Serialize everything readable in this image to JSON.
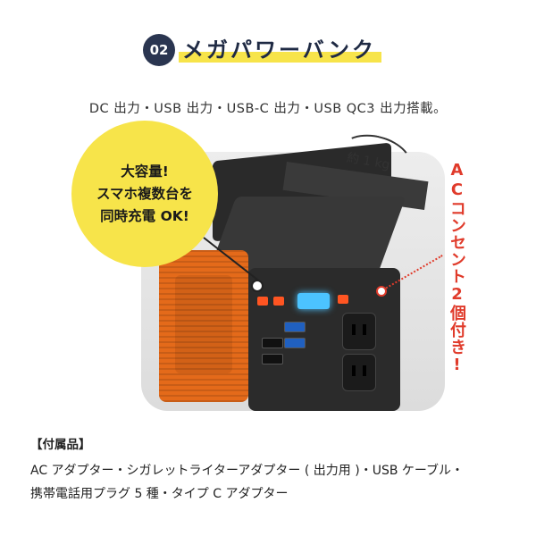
{
  "header": {
    "number": "02",
    "title": "メガパワーバンク"
  },
  "subtitle": "DC 出力・USB 出力・USB-C 出力・USB QC3 出力搭載。",
  "callout": {
    "line1": "大容量!",
    "line2": "スマホ複数台を",
    "line3": "同時充電 OK!"
  },
  "weight_label": "約 1 kg",
  "ac_note": "ACコンセント2個付き!",
  "accessories": {
    "heading": "【付属品】",
    "line1": "AC アダプター・シガレットライターアダプター ( 出力用 )・USB ケーブル・",
    "line2": "携帯電話用プラグ 5 種・タイプ C アダプター"
  },
  "colors": {
    "badge": "#2a3550",
    "highlight": "#f7e44a",
    "accent_red": "#e03b2b",
    "device_orange": "#e46a1a"
  }
}
